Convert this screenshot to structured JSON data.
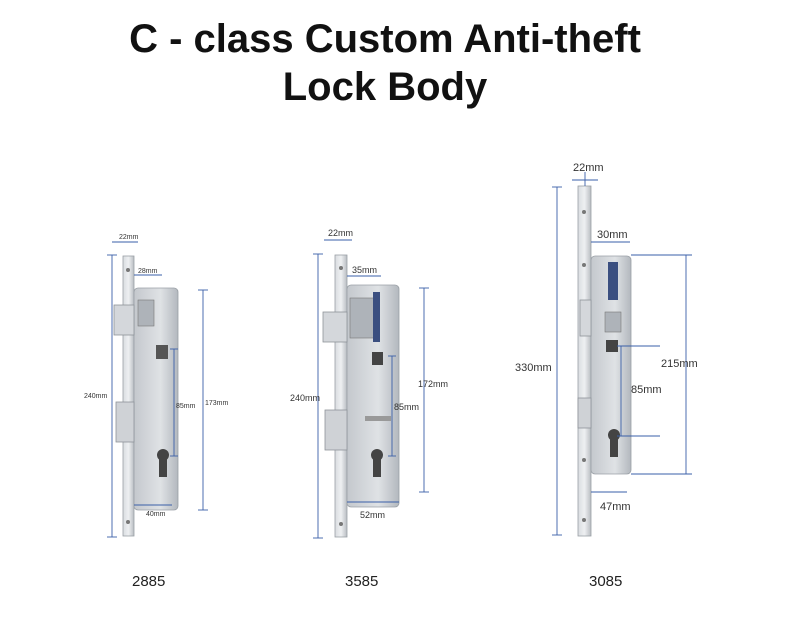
{
  "title": {
    "line1": "C - class Custom Anti-theft",
    "line2": "Lock Body"
  },
  "colors": {
    "dimension_line": "#3a5fa8",
    "steel": "#c9ccd0",
    "steel_dark": "#8e9399"
  },
  "locks": [
    {
      "model": "2885",
      "dims": {
        "faceplate": "22mm",
        "backset": "28mm",
        "total": "240mm",
        "centers": "85mm",
        "body": "173mm",
        "bottom": "40mm"
      }
    },
    {
      "model": "3585",
      "dims": {
        "faceplate": "22mm",
        "backset": "35mm",
        "total": "240mm",
        "centers": "85mm",
        "body": "172mm",
        "bottom": "52mm"
      }
    },
    {
      "model": "3085",
      "dims": {
        "faceplate": "22mm",
        "backset": "30mm",
        "total": "330mm",
        "centers": "85mm",
        "body": "215mm",
        "bottom": "47mm"
      }
    }
  ]
}
